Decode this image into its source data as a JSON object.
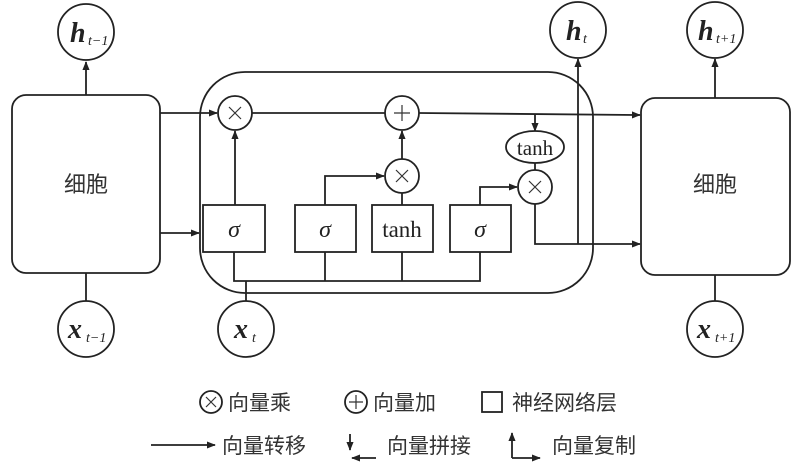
{
  "diagram": {
    "type": "LSTM cell structure",
    "cells": {
      "left_label": "细胞",
      "right_label": "细胞"
    },
    "nodes": {
      "h_prev": {
        "symbol": "h",
        "subscript": "t−1"
      },
      "h_curr": {
        "symbol": "h",
        "subscript": "t"
      },
      "h_next": {
        "symbol": "h",
        "subscript": "t+1"
      },
      "x_prev": {
        "symbol": "x",
        "subscript": "t−1"
      },
      "x_curr": {
        "symbol": "x",
        "subscript": "t"
      },
      "x_next": {
        "symbol": "x",
        "subscript": "t+1"
      }
    },
    "gates": [
      {
        "label": "σ",
        "role": "forget gate"
      },
      {
        "label": "σ",
        "role": "input gate"
      },
      {
        "label": "tanh",
        "role": "candidate"
      },
      {
        "label": "σ",
        "role": "output gate"
      }
    ],
    "operators": {
      "multiply": "×",
      "add": "+",
      "tanh_ellipse": "tanh"
    }
  },
  "legend": {
    "row1": [
      {
        "icon": "multiply-circle-icon",
        "symbol": "×",
        "label": "向量乘"
      },
      {
        "icon": "add-circle-icon",
        "symbol": "+",
        "label": "向量加"
      },
      {
        "icon": "square-icon",
        "symbol": "",
        "label": "神经网络层"
      }
    ],
    "row2": [
      {
        "icon": "arrow-right-icon",
        "label": "向量转移"
      },
      {
        "icon": "concat-arrow-icon",
        "label": "向量拼接"
      },
      {
        "icon": "copy-arrow-icon",
        "label": "向量复制"
      }
    ]
  }
}
